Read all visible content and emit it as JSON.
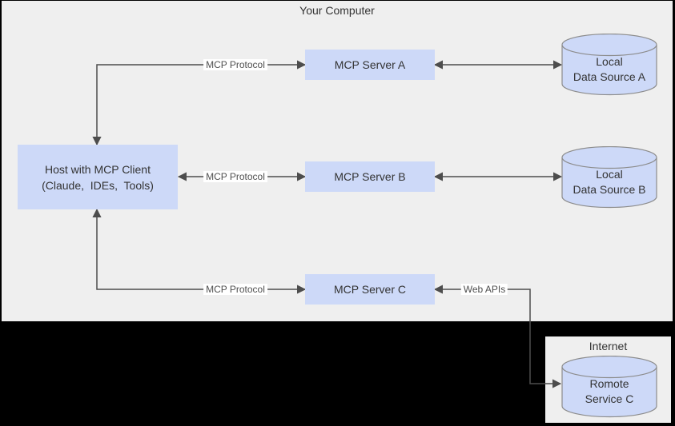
{
  "diagram": {
    "regions": {
      "your_computer": {
        "label": "Your Computer"
      },
      "internet": {
        "label": "Internet"
      }
    },
    "nodes": {
      "host": {
        "label": "Host with MCP Client\n(Claude,  IDEs,  Tools)"
      },
      "server_a": {
        "label": "MCP Server A"
      },
      "server_b": {
        "label": "MCP Server B"
      },
      "server_c": {
        "label": "MCP Server C"
      },
      "source_a": {
        "label": "Local\nData Source A"
      },
      "source_b": {
        "label": "Local\nData Source B"
      },
      "service_c": {
        "label": "Romote\nService C"
      }
    },
    "edges": {
      "host_server_a": {
        "label": "MCP Protocol"
      },
      "host_server_b": {
        "label": "MCP Protocol"
      },
      "host_server_c": {
        "label": "MCP Protocol"
      },
      "server_c_web": {
        "label": "Web APIs"
      }
    },
    "colors": {
      "background": "#000000",
      "region_fill": "#efefef",
      "node_fill": "#cdd9f8",
      "cylinder_stroke": "#8c8c8c",
      "connector": "#4d4d4d",
      "text": "#333333"
    }
  }
}
